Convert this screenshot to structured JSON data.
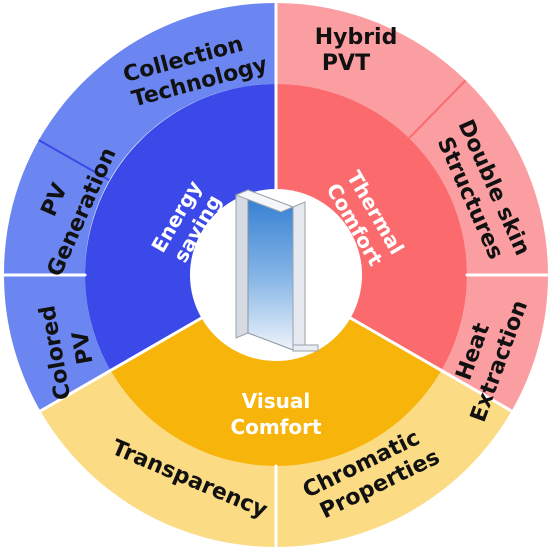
{
  "colors": {
    "energy_inner": "#3a49e8",
    "energy_outer": "#6b86f0",
    "thermal_inner": "#fb6a6d",
    "thermal_outer": "#fb9ea2",
    "visual_inner": "#f7b40b",
    "visual_outer": "#fbdc85",
    "divider": "#ffffff",
    "outline": "#444444"
  },
  "sectors": {
    "energy": {
      "label_line1": "Energy",
      "label_line2": "saving"
    },
    "thermal": {
      "label_line1": "Thermal",
      "label_line2": "Comfort"
    },
    "visual": {
      "label_line1": "Visual",
      "label_line2": "Comfort"
    }
  },
  "outer_items": {
    "collection_technology": {
      "line1": "Collection",
      "line2": "Technology"
    },
    "pv_generation": {
      "line1": "PV",
      "line2": "Generation"
    },
    "colored_pv": {
      "line1": "Colored",
      "line2": "PV"
    },
    "hybrid_pvt": {
      "line1": "Hybrid",
      "line2": "PVT"
    },
    "double_skin_structures": {
      "line1": "Double skin",
      "line2": "Structures"
    },
    "heat_extraction": {
      "line1": "Heat",
      "line2": "Extraction"
    },
    "transparency": {
      "line1": "Transparency"
    },
    "chromatic_properties": {
      "line1": "Chromatic",
      "line2": "Properties"
    }
  },
  "center": {
    "icon": "glass-facade-panel-icon"
  }
}
